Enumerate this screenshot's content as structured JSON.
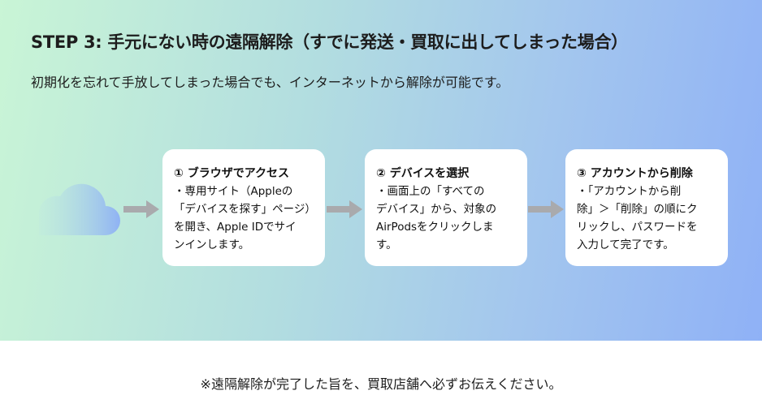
{
  "title": "STEP 3: 手元にない時の遠隔解除（すでに発送・買取に出してしまった場合）",
  "subtitle": "初期化を忘れて手放してしまった場合でも、インターネットから解除が可能です。",
  "steps": [
    {
      "heading": "① ブラウザでアクセス",
      "lines": [
        "・専用サイト（Appleの",
        "「デバイスを探す」ページ）",
        "を開き、Apple IDでサイ",
        "ンインします。"
      ]
    },
    {
      "heading": "② デバイスを選択",
      "lines": [
        "・画面上の「すべての",
        "デバイス」から、対象の",
        "AirPodsをクリックしま",
        "す。"
      ]
    },
    {
      "heading": "③ アカウントから削除",
      "lines": [
        "・「アカウントから削",
        "除」＞「削除」の順にク",
        "リックし、パスワードを",
        "入力して完了です。"
      ]
    }
  ],
  "icons": {
    "cloud": "cloud-icon",
    "arrow": "arrow-right-icon"
  },
  "footer": "※遠隔解除が完了した旨を、買取店舗へ必ずお伝えください。"
}
